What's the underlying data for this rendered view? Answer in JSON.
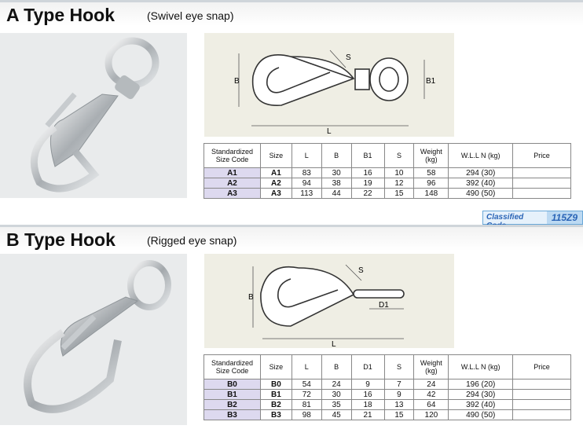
{
  "section_a": {
    "title": "A Type Hook",
    "subtitle": "(Swivel eye snap)",
    "dim_labels": {
      "s": "S",
      "b": "B",
      "b1": "B1",
      "l": "L"
    },
    "table": {
      "headers": [
        "Standardized Size Code",
        "Size",
        "L",
        "B",
        "B1",
        "S",
        "Weight (kg)",
        "W.L.L N (kg)",
        "Price"
      ],
      "rows": [
        [
          "A1",
          "A1",
          "83",
          "30",
          "16",
          "10",
          "58",
          "294 (30)",
          ""
        ],
        [
          "A2",
          "A2",
          "94",
          "38",
          "19",
          "12",
          "96",
          "392 (40)",
          ""
        ],
        [
          "A3",
          "A3",
          "113",
          "44",
          "22",
          "15",
          "148",
          "490 (50)",
          ""
        ]
      ]
    }
  },
  "classified": {
    "label": "Classified Code",
    "value": "115Z9"
  },
  "section_b": {
    "title": "B Type Hook",
    "subtitle": "(Rigged eye snap)",
    "dim_labels": {
      "s": "S",
      "b": "B",
      "d1": "D1",
      "l": "L"
    },
    "table": {
      "headers": [
        "Standardized Size Code",
        "Size",
        "L",
        "B",
        "D1",
        "S",
        "Weight (kg)",
        "W.L.L N (kg)",
        "Price"
      ],
      "rows": [
        [
          "B0",
          "B0",
          "54",
          "24",
          "9",
          "7",
          "24",
          "196 (20)",
          ""
        ],
        [
          "B1",
          "B1",
          "72",
          "30",
          "16",
          "9",
          "42",
          "294 (30)",
          ""
        ],
        [
          "B2",
          "B2",
          "81",
          "35",
          "18",
          "13",
          "64",
          "392 (40)",
          ""
        ],
        [
          "B3",
          "B3",
          "98",
          "45",
          "21",
          "15",
          "120",
          "490 (50)",
          ""
        ]
      ]
    }
  }
}
